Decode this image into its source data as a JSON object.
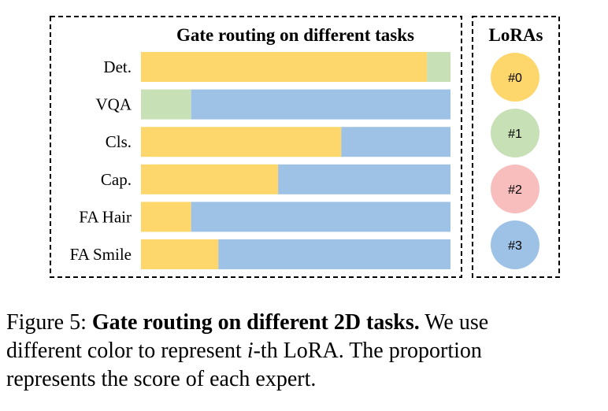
{
  "colors": {
    "lora0": "#FED76C",
    "lora1": "#C8E0B6",
    "lora2": "#F8BEBE",
    "lora3": "#9EC2E6"
  },
  "chart_data": {
    "type": "bar",
    "orientation": "horizontal",
    "stacked": true,
    "normalized": true,
    "title": "Gate routing on different tasks",
    "legend_title": "LoRAs",
    "legend_placement": "right",
    "categories": [
      "Det.",
      "VQA",
      "Cls.",
      "Cap.",
      "FA Hair",
      "FA Smile"
    ],
    "series": [
      {
        "name": "#0",
        "color": "#FED76C",
        "values": [
          0.924,
          0.0,
          0.647,
          0.443,
          0.162,
          0.25
        ]
      },
      {
        "name": "#1",
        "color": "#C8E0B6",
        "values": [
          0.076,
          0.162,
          0.0,
          0.0,
          0.0,
          0.0
        ]
      },
      {
        "name": "#2",
        "color": "#F8BEBE",
        "values": [
          0.0,
          0.0,
          0.0,
          0.0,
          0.0,
          0.0
        ]
      },
      {
        "name": "#3",
        "color": "#9EC2E6",
        "values": [
          0.0,
          0.838,
          0.353,
          0.557,
          0.838,
          0.75
        ]
      }
    ],
    "grid": false
  },
  "caption": {
    "prefix": "Figure 5: ",
    "bold": "Gate routing on different 2D tasks.",
    "line1_rest": " We use",
    "line2_a": "different color to represent ",
    "line2_i": "i",
    "line2_b": "-th LoRA. The proportion",
    "line3": "represents the score of each expert."
  }
}
